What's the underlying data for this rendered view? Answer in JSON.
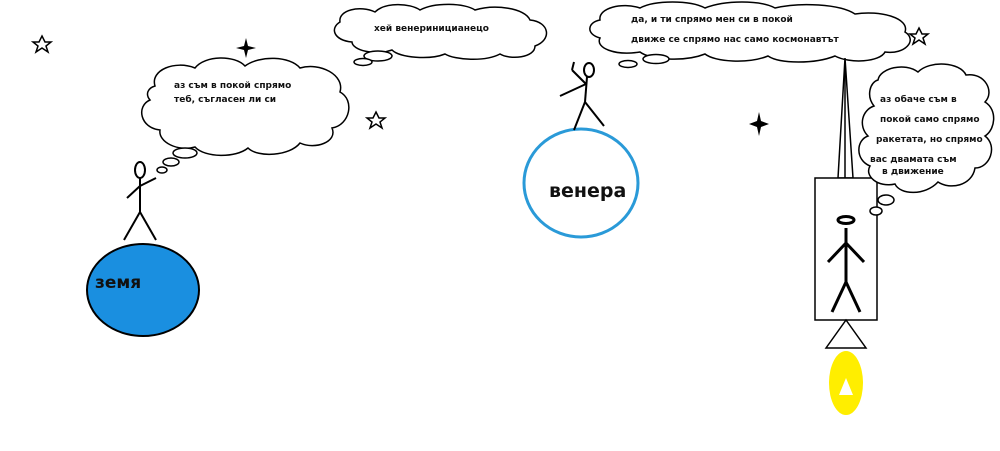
{
  "planets": {
    "earth": {
      "label": "земя",
      "color": "#1a8fe0"
    },
    "venus": {
      "label": "венера",
      "ring_color": "#2a9ad8"
    }
  },
  "speech": {
    "earth_man": [
      "аз съм в покой спрямо",
      "теб, съгласен ли си"
    ],
    "venus_man_1": [
      "хей венериницианецо"
    ],
    "venus_man_2": [
      "да, и ти спрямо мен си в покой",
      "движе се спрямо нас само космонавтът"
    ],
    "astronaut": [
      "аз обаче съм в",
      "покой само спрямо",
      "ракетата, но спрямо",
      "вас двамата съм",
      "в движение"
    ]
  },
  "colors": {
    "flame": "#ffee00",
    "line": "#000000"
  }
}
